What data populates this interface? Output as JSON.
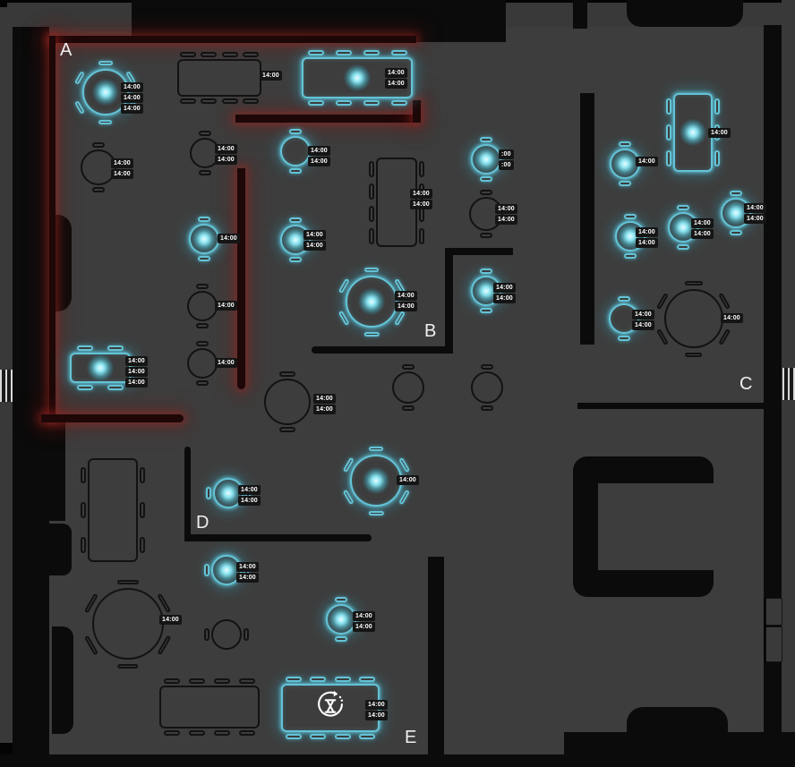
{
  "app": {
    "title": "restaurant-floor-plan"
  },
  "zones": {
    "a": "A",
    "b": "B",
    "c": "C",
    "d": "D",
    "e": "E"
  },
  "colors": {
    "accent_cyan": "#64c3d6",
    "alert_red": "#7a2020",
    "floor": "#3d3d3d",
    "wall": "#0b0b0b",
    "label_bg": "#151515"
  },
  "icons": {
    "e1": "timer-hourglass-icon",
    "doors": "door-hatch"
  },
  "tables": {
    "a1": {
      "times": [
        "14:00",
        "14:00",
        "14:00"
      ]
    },
    "a2": {
      "times": [
        "14:00"
      ]
    },
    "a3": {
      "times": [
        "14:00",
        "14:00"
      ]
    },
    "a4": {
      "times": [
        "14:00",
        "14:00"
      ]
    },
    "a5": {
      "times": [
        "14:00",
        "14:00"
      ]
    },
    "a6": {
      "times": [
        "14:00"
      ]
    },
    "a7": {
      "times": [
        "14:00",
        "14:00"
      ]
    },
    "a8": {
      "times": [
        "14:00",
        "14:00"
      ]
    },
    "a9": {
      "times": [
        "14:00"
      ]
    },
    "a10": {
      "times": [
        "14:00"
      ]
    },
    "a11": {
      "times": [
        "14:00",
        "14:00",
        "14:00"
      ]
    },
    "b1": {
      "times": [
        "14:00",
        "14:00"
      ]
    },
    "b2": {
      "times": [
        ":00",
        ":00"
      ]
    },
    "b3": {
      "times": [
        "14:00",
        "14:00"
      ]
    },
    "b4": {
      "times": [
        "14:00",
        "14:00"
      ]
    },
    "b5": {
      "times": [
        "14:00",
        "14:00"
      ]
    },
    "b6": {
      "times": [
        "14:00",
        "14:00"
      ]
    },
    "c1": {
      "times": [
        "14:00"
      ]
    },
    "c2": {
      "times": [
        "14:00"
      ]
    },
    "c3": {
      "times": [
        "14:00",
        "14:00"
      ]
    },
    "c4": {
      "times": [
        "14:00",
        "14:00"
      ]
    },
    "c5": {
      "times": [
        "14:00",
        "14:00"
      ]
    },
    "c6": {
      "times": [
        "14:00",
        "14:00"
      ]
    },
    "c7": {
      "times": [
        "14:00"
      ]
    },
    "d1": {
      "times": [
        "14:00",
        "14:00"
      ]
    },
    "d2": {
      "times": [
        "14:00"
      ]
    },
    "d3": {
      "times": [
        "14:00",
        "14:00"
      ]
    },
    "d4": {
      "times": [
        "14:00",
        "14:00"
      ]
    },
    "d6": {
      "times": [
        "14:00"
      ]
    },
    "e1": {
      "times": [
        "14:00",
        "14:00"
      ]
    }
  }
}
